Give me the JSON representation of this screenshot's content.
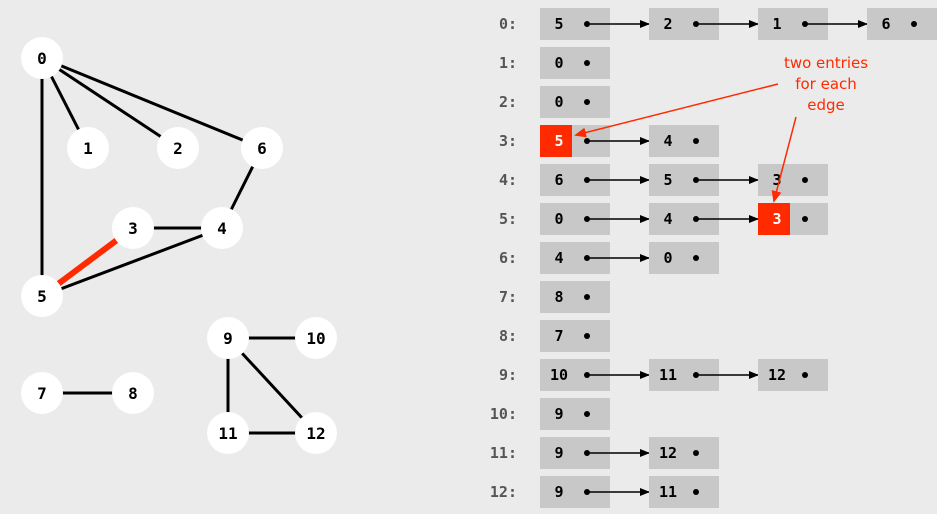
{
  "graph": {
    "edge_color": "#000000",
    "highlight_color": "#ff2a00",
    "vertices": [
      "0",
      "1",
      "2",
      "3",
      "4",
      "5",
      "6",
      "7",
      "8",
      "9",
      "10",
      "11",
      "12"
    ],
    "edges": [
      [
        "0",
        "1"
      ],
      [
        "0",
        "2"
      ],
      [
        "0",
        "6"
      ],
      [
        "0",
        "5"
      ],
      [
        "6",
        "4"
      ],
      [
        "3",
        "4"
      ],
      [
        "3",
        "5"
      ],
      [
        "5",
        "4"
      ],
      [
        "7",
        "8"
      ],
      [
        "9",
        "10"
      ],
      [
        "9",
        "11"
      ],
      [
        "9",
        "12"
      ],
      [
        "11",
        "12"
      ]
    ],
    "highlighted_edge": [
      "3",
      "5"
    ]
  },
  "adjacency": {
    "cell_fill": "#c8c8c8",
    "highlight_fill": "#ff2a00",
    "rows": [
      {
        "label": "0:",
        "entries": [
          "5",
          "2",
          "1",
          "6"
        ]
      },
      {
        "label": "1:",
        "entries": [
          "0"
        ]
      },
      {
        "label": "2:",
        "entries": [
          "0"
        ]
      },
      {
        "label": "3:",
        "entries": [
          "5",
          "4"
        ],
        "highlight": [
          0
        ]
      },
      {
        "label": "4:",
        "entries": [
          "6",
          "5",
          "3"
        ]
      },
      {
        "label": "5:",
        "entries": [
          "0",
          "4",
          "3"
        ],
        "highlight": [
          2
        ]
      },
      {
        "label": "6:",
        "entries": [
          "4",
          "0"
        ]
      },
      {
        "label": "7:",
        "entries": [
          "8"
        ]
      },
      {
        "label": "8:",
        "entries": [
          "7"
        ]
      },
      {
        "label": "9:",
        "entries": [
          "10",
          "11",
          "12"
        ]
      },
      {
        "label": "10:",
        "entries": [
          "9"
        ]
      },
      {
        "label": "11:",
        "entries": [
          "9",
          "12"
        ]
      },
      {
        "label": "12:",
        "entries": [
          "9",
          "11"
        ]
      }
    ]
  },
  "annotation": {
    "lines": [
      "two entries",
      "for each",
      "edge"
    ]
  }
}
